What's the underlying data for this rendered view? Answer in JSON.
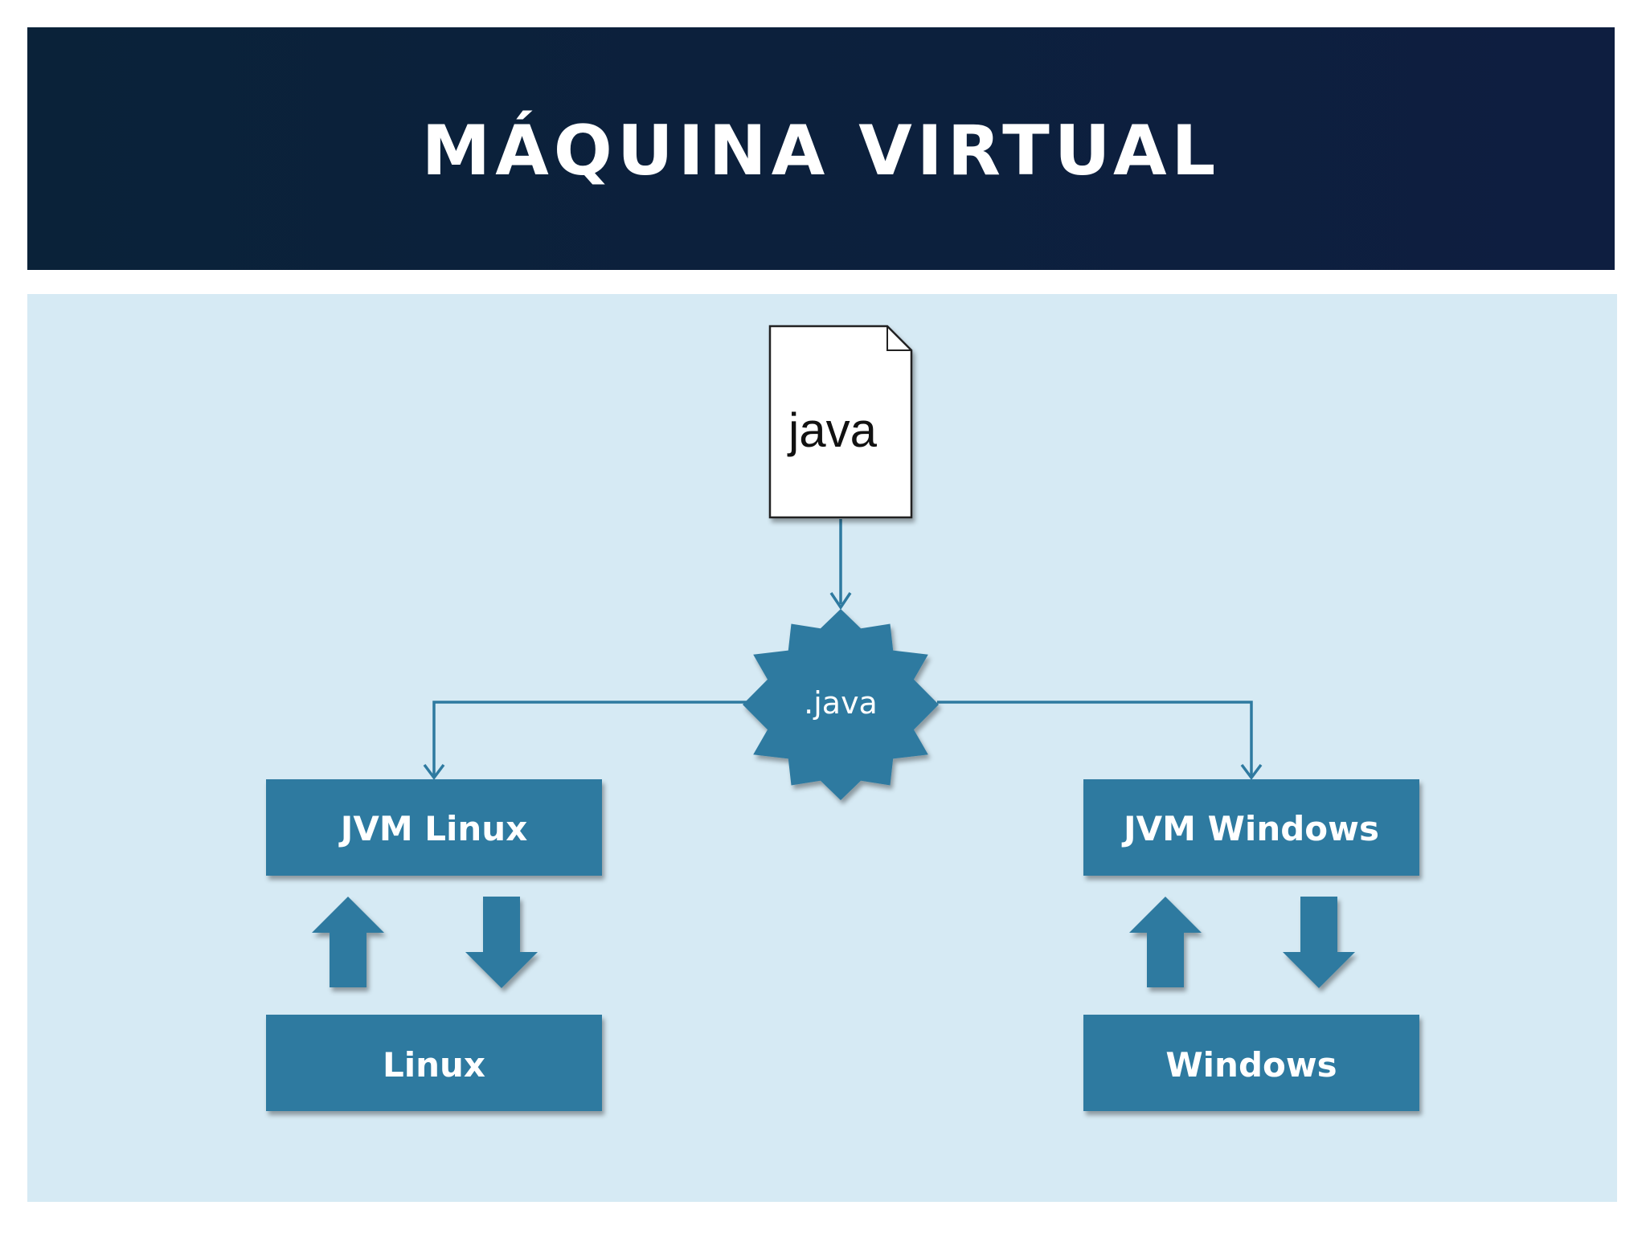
{
  "slide": {
    "title": "MÁQUINA VIRTUAL"
  },
  "diagram": {
    "source_file_label": "java",
    "bytecode_label": ".java",
    "left_branch": {
      "jvm_label": "JVM Linux",
      "os_label": "Linux"
    },
    "right_branch": {
      "jvm_label": "JVM Windows",
      "os_label": "Windows"
    }
  },
  "colors": {
    "title_background": "#0d2240",
    "panel_background": "#d6eaf4",
    "accent": "#2e7aa0",
    "connector": "#2e7aa0"
  }
}
